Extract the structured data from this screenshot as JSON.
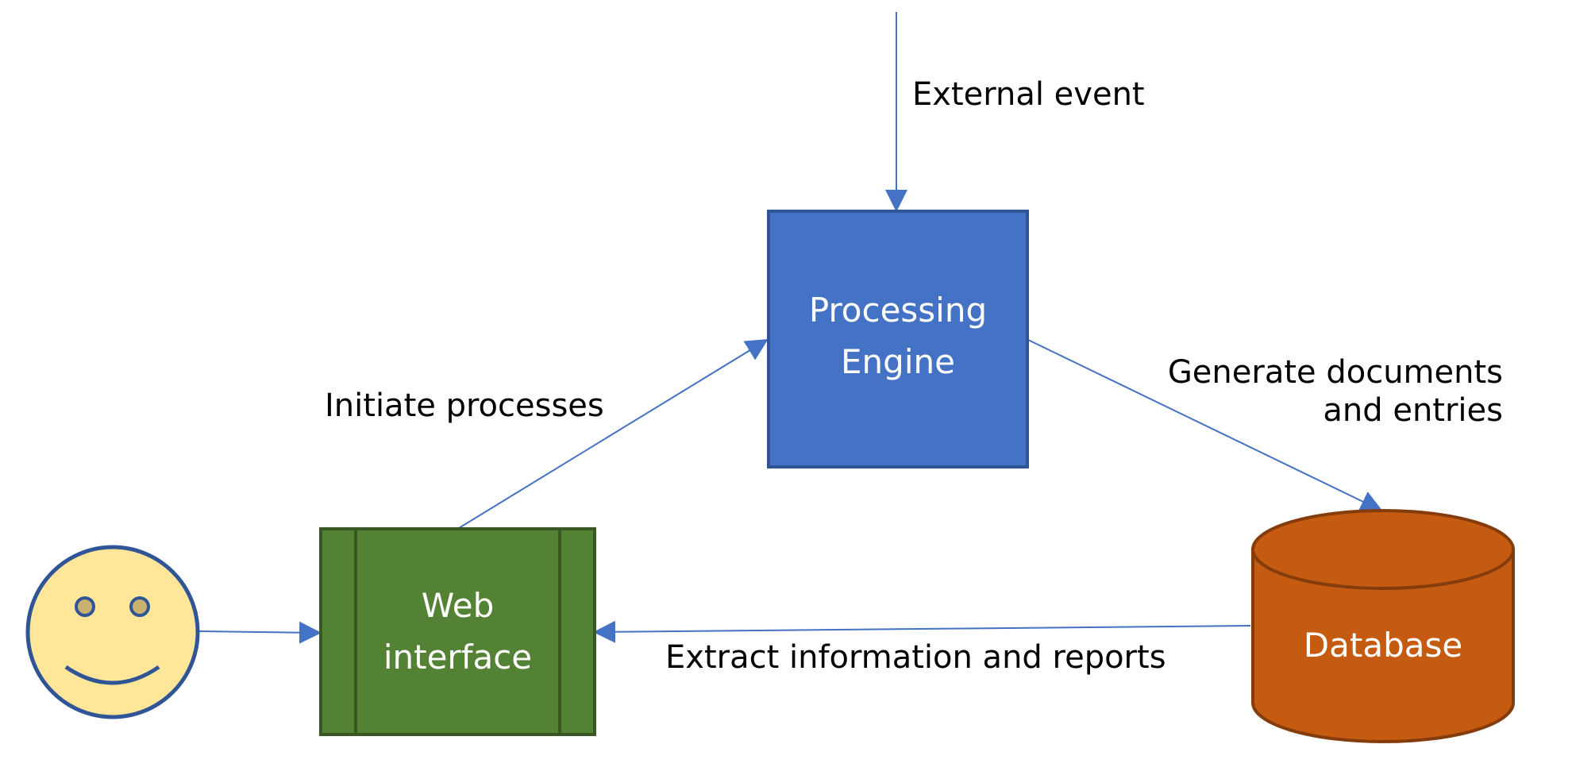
{
  "colors": {
    "arrow": "#4472c4",
    "engine_fill": "#4472c4",
    "engine_border": "#2f5597",
    "web_fill": "#548235",
    "web_border": "#385723",
    "db_fill": "#c55a11",
    "db_border": "#843c0c",
    "user_fill": "#ffe699",
    "user_border": "#2f5597"
  },
  "nodes": {
    "user": {
      "icon": "smiley-face-icon"
    },
    "web_interface": {
      "line1": "Web",
      "line2": "interface"
    },
    "processing_engine": {
      "line1": "Processing",
      "line2": "Engine"
    },
    "database": {
      "label": "Database"
    }
  },
  "edges": {
    "external_event": "External event",
    "initiate_processes": "Initiate processes",
    "generate_documents": {
      "line1": "Generate documents",
      "line2": "and entries"
    },
    "extract_information": "Extract information and reports"
  }
}
